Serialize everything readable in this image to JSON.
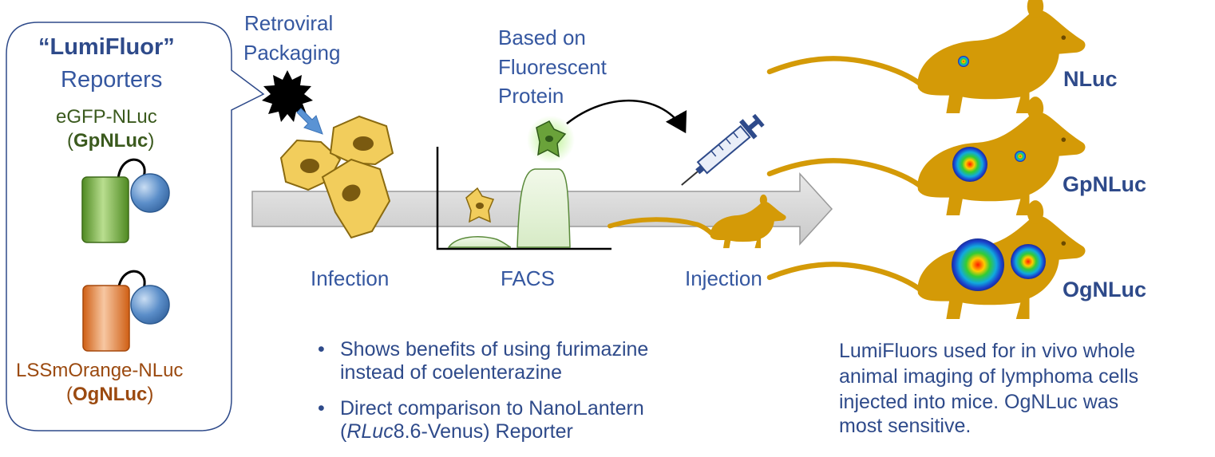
{
  "panel": {
    "title_line1": "“LumiFluor”",
    "title_line2": "Reporters",
    "green_name": "eGFP-NLuc",
    "green_abbrev_open": "(",
    "green_abbrev": "GpNLuc",
    "green_abbrev_close": ")",
    "orange_name": "LSSmOrange-NLuc",
    "orange_abbrev_open": "(",
    "orange_abbrev": "OgNLuc",
    "orange_abbrev_close": ")"
  },
  "steps": {
    "retroviral_line1": "Retroviral",
    "retroviral_line2": "Packaging",
    "fluor_line1": "Based on",
    "fluor_line2": "Fluorescent",
    "fluor_line3": "Protein",
    "infection": "Infection",
    "facs": "FACS",
    "injection": "Injection"
  },
  "mice": [
    {
      "label": "NLuc"
    },
    {
      "label": "GpNLuc"
    },
    {
      "label": "OgNLuc"
    }
  ],
  "bullets": [
    {
      "line1": "Shows benefits of using furimazine",
      "line2": "instead of coelenterazine"
    },
    {
      "line1": "Direct comparison to NanoLantern",
      "line2_italic": "RLuc",
      "line2_rest": "8.6-Venus) Reporter",
      "line2_open": "("
    }
  ],
  "bullet_symbol": "•",
  "summary": {
    "line1": "LumiFluors used for in vivo whole",
    "line2": "animal imaging of lymphoma cells",
    "line3": "injected into mice. OgNLuc was",
    "line4": "most sensitive."
  },
  "colors": {
    "mouse": "#d49a07",
    "text_blue": "#2e4a8a",
    "green_barrel": "#5f9a2c",
    "orange_barrel": "#e07a2c",
    "sphere": "#5b8ec9",
    "cell": "#f2cd5c"
  }
}
